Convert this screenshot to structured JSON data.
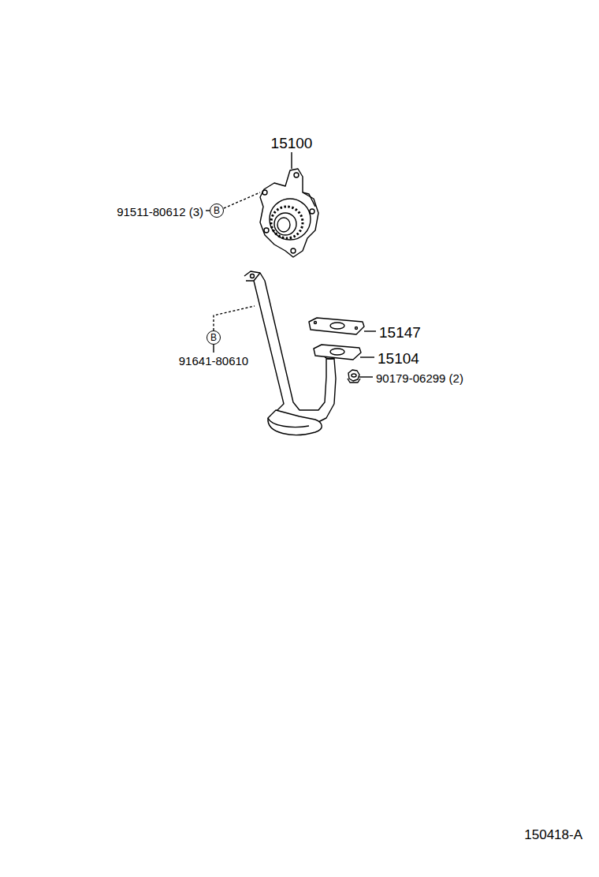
{
  "diagram": {
    "nodes": [
      {
        "text": [
          "B"
        ]
      },
      {
        "text": [
          "B"
        ]
      }
    ],
    "labels": [
      "15100",
      "91511-80612 (3)",
      "15147",
      "91641-80610",
      "15104",
      "90179-06299 (2)",
      "150418-A"
    ]
  }
}
